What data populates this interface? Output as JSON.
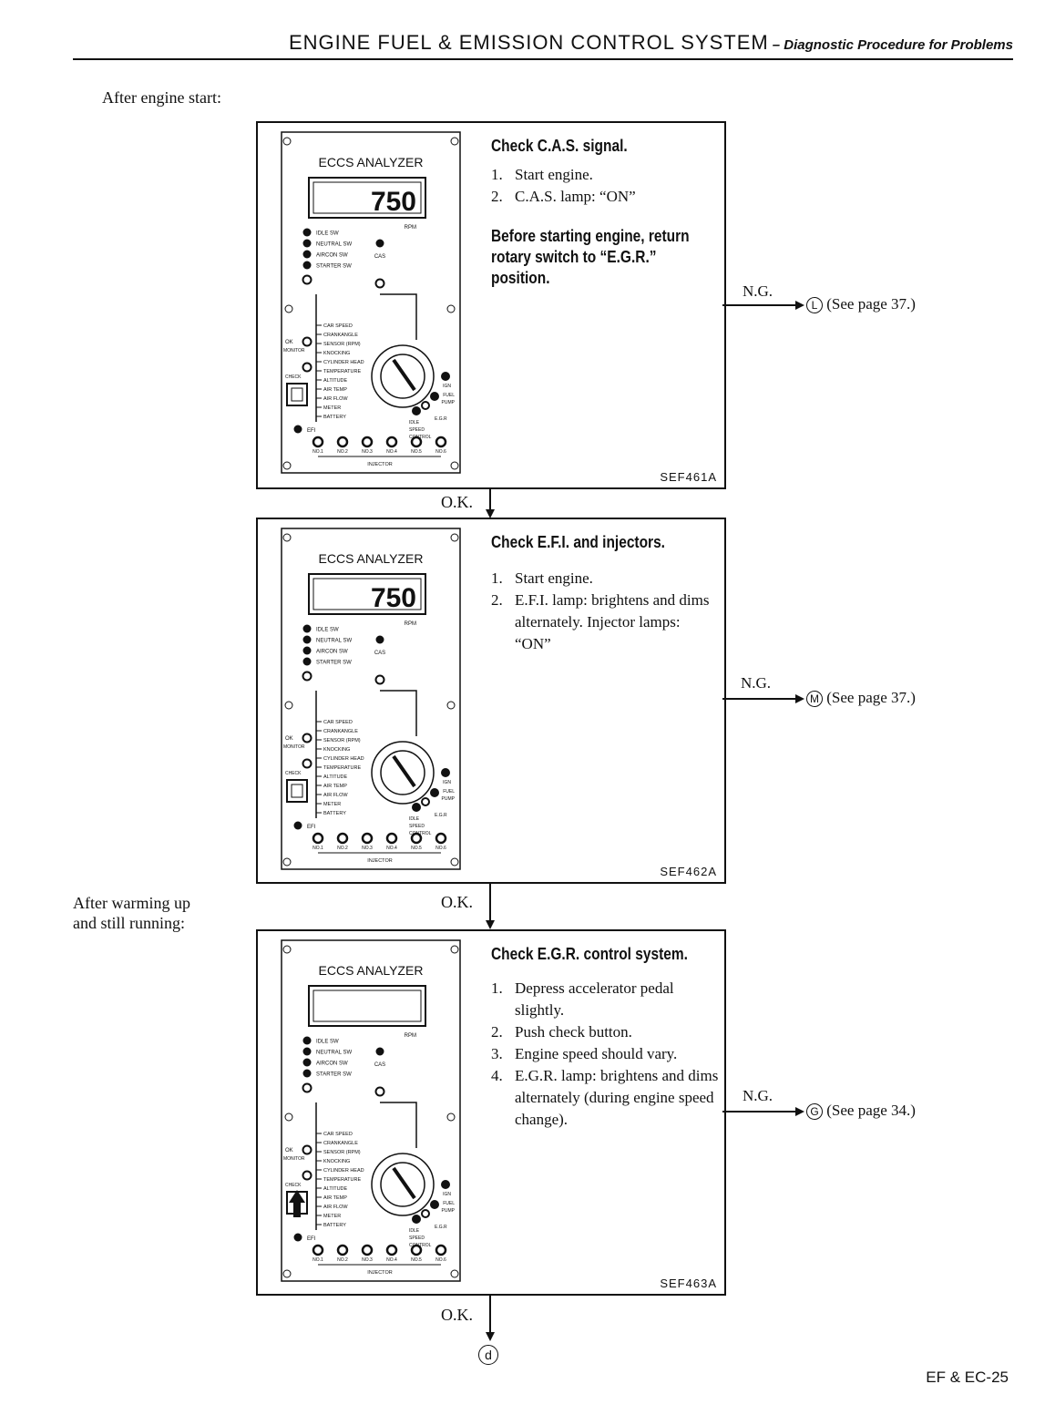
{
  "header": {
    "title": "ENGINE FUEL & EMISSION CONTROL SYSTEM",
    "subtitle": "– Diagnostic Procedure for Problems"
  },
  "notes": {
    "after_start": "After engine start:",
    "after_warm": "After warming up\nand still running:"
  },
  "panel": {
    "brand": "ECCS ANALYZER",
    "indicators": [
      "IDLE SW",
      "NEUTRAL SW",
      "AIRCON SW",
      "STARTER SW"
    ],
    "rpm_label": "RPM",
    "cas_label": "CAS",
    "ok_monitor": "OK",
    "monitor": "MONITOR",
    "check": "CHECK",
    "efi": "EFI",
    "switch_positions": [
      "CAR SPEED",
      "CRANKANGLE",
      "SENSOR (RPM)",
      "KNOCKING",
      "CYLINDER HEAD",
      "TEMPERATURE",
      "ALTITUDE",
      "AIR TEMP",
      "AIR FLOW",
      "METER",
      "BATTERY"
    ],
    "right_labels": [
      "IGN",
      "FUEL",
      "PUMP",
      "IDLE",
      "E.G.R",
      "SPEED",
      "CONTROL"
    ],
    "injectors": [
      "NO.1",
      "NO.2",
      "NO.3",
      "NO.4",
      "NO.5",
      "NO.6"
    ],
    "injector_label": "INJECTOR"
  },
  "steps": [
    {
      "display": "750",
      "title": "Check C.A.S. signal.",
      "items": [
        {
          "num": "1.",
          "text": "Start engine."
        },
        {
          "num": "2.",
          "text": "C.A.S. lamp:  “ON”"
        }
      ],
      "note": "Before starting engine, return rotary switch to “E.G.R.” position.",
      "figure": "SEF461A",
      "ng": "N.G.",
      "ng_ref": "L",
      "ng_page": "(See page 37.)",
      "ok": "O.K."
    },
    {
      "display": "750",
      "title": "Check E.F.I. and injectors.",
      "items": [
        {
          "num": "1.",
          "text": "Start engine."
        },
        {
          "num": "2.",
          "text": "E.F.I. lamp:  brightens and dims alternately. Injector lamps:  “ON”"
        }
      ],
      "note": "",
      "figure": "SEF462A",
      "ng": "N.G.",
      "ng_ref": "M",
      "ng_page": "(See page 37.)",
      "ok": "O.K."
    },
    {
      "display": "",
      "title": "Check E.G.R. control system.",
      "items": [
        {
          "num": "1.",
          "text": "Depress accelerator pedal slightly."
        },
        {
          "num": "2.",
          "text": "Push check button."
        },
        {
          "num": "3.",
          "text": "Engine speed should vary."
        },
        {
          "num": "4.",
          "text": "E.G.R. lamp:  brightens and dims alternately (during engine speed change)."
        }
      ],
      "note": "",
      "figure": "SEF463A",
      "ng": "N.G.",
      "ng_ref": "G",
      "ng_page": "(See page 34.)",
      "ok": "O.K."
    }
  ],
  "end_ref": "d",
  "footer": "EF & EC-25"
}
